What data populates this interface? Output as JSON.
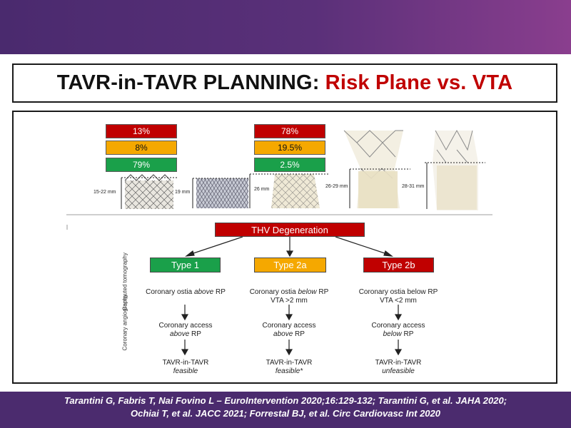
{
  "title": {
    "part1": "TAVR-in-TAVR PLANNING:",
    "part2": "Risk Plane vs. VTA"
  },
  "valve_group_left": {
    "high": "13%",
    "mid": "8%",
    "low": "79%"
  },
  "valve_group_right": {
    "high": "78%",
    "mid": "19.5%",
    "low": "2.5%"
  },
  "valves": {
    "v1_dim": "15-22 mm",
    "v2_dim": "19 mm",
    "v3_dim": "26 mm",
    "v4_dim": "26-29 mm",
    "v5_dim": "28-31 mm"
  },
  "flow": {
    "root": "THV Degeneration",
    "types": [
      {
        "label": "Type 1",
        "ct_line1": "Coronary ostia ",
        "ct_em": "above",
        "ct_line1b": " RP",
        "ct_line2": "",
        "angio_line1": "Coronary access",
        "angio_em": "above",
        "angio_rest": " RP",
        "result_line1": "TAVR-in-TAVR",
        "result_line2": "feasible"
      },
      {
        "label": "Type 2a",
        "ct_line1": "Coronary ostia ",
        "ct_em": "below",
        "ct_line1b": " RP",
        "ct_line2": "VTA >2 mm",
        "angio_line1": "Coronary access",
        "angio_em": "above",
        "angio_rest": " RP",
        "result_line1": "TAVR-in-TAVR",
        "result_line2": "feasible*"
      },
      {
        "label": "Type 2b",
        "ct_line1": "Coronary ostia below RP",
        "ct_em": "",
        "ct_line1b": "",
        "ct_line2": "VTA <2 mm",
        "angio_line1": "Coronary access",
        "angio_em": "below",
        "angio_rest": " RP",
        "result_line1": "TAVR-in-TAVR",
        "result_line2": "unfeasible"
      }
    ],
    "side_label_ct": "Computed tomography",
    "side_label_angio": "Coronary angiography"
  },
  "citation": {
    "line1": "Tarantini G, Fabris T, Nai Fovino L – EuroIntervention 2020;16:129-132; Tarantini G, et al. JAHA 2020;",
    "line2": "Ochiai T, et al. JACC 2021; Forrestal BJ, et al. Circ Cardiovasc Int 2020"
  },
  "colors": {
    "header": "#5a3079",
    "red": "#c00000",
    "amber": "#f5a800",
    "green": "#1aa04a"
  }
}
